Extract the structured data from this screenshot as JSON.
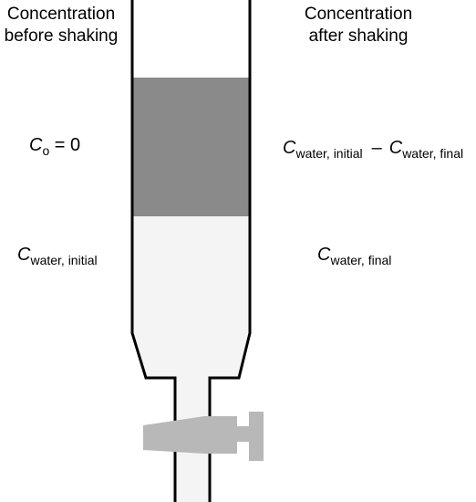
{
  "header_left": {
    "line1": "Concentration",
    "line2": "before shaking"
  },
  "header_right": {
    "line1": "Concentration",
    "line2": "after shaking"
  },
  "organic_before": {
    "symbol": "C",
    "subscript": "o",
    "value_text": " = 0"
  },
  "water_before": {
    "symbol": "C",
    "subscript": "water, initial"
  },
  "organic_after": {
    "term1_symbol": "C",
    "term1_subscript": "water, initial",
    "operator": "–",
    "term2_symbol": "C",
    "term2_subscript": "water, final"
  },
  "water_after": {
    "symbol": "C",
    "subscript": "water, final"
  },
  "colors": {
    "organic_layer": "#8a8a8a",
    "aqueous_layer": "#f4f4f4",
    "stopcock": "#b8b8b8",
    "outline": "#000000"
  }
}
